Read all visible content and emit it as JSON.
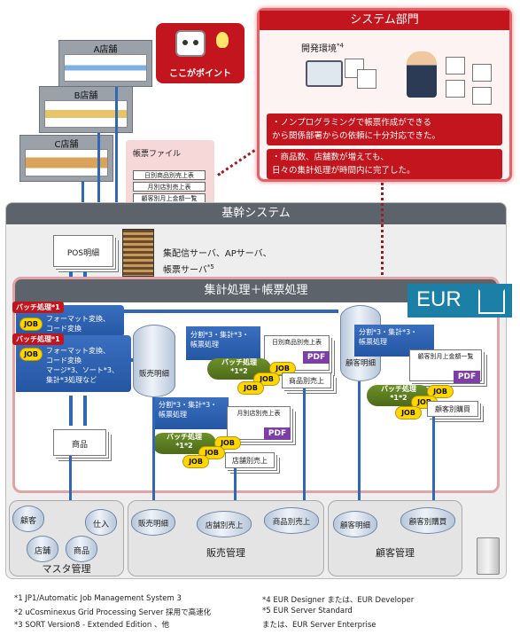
{
  "stores": {
    "a": "A店舗",
    "b": "B店舗",
    "c": "C店舗"
  },
  "point_label": "ここがポイント",
  "form_file": {
    "title": "帳票ファイル",
    "items": [
      "日別商品別売上表",
      "月別店別売上表",
      "顧客別月上金額一覧"
    ]
  },
  "system_dept": {
    "title": "システム部門",
    "dev_env": "開発環境",
    "dev_env_note": "*4",
    "points": [
      "・ノンプログラミングで帳票作成ができる\nから関係部署からの依頼に十分対応できた。",
      "・商品数、店舗数が増えても、\n日々の集計処理が時間内に完了した。"
    ]
  },
  "core": {
    "title": "基幹システム",
    "pos": "POS明細",
    "server": "集配信サーバ、APサーバ、\n帳票サーバ",
    "server_note": "*5"
  },
  "agg": {
    "title": "集計処理＋帳票処理",
    "eur": "EUR",
    "batch1": "バッチ処理*1",
    "job": "JOB",
    "step1": "フォーマット変換、\nコード変換",
    "batch2": "バッチ処理*1",
    "step2": "フォーマット変換、\nコード変換\nマージ*3、ソート*3、\n集計*3処理など",
    "sales_detail": "販売明細",
    "customer_detail": "顧客明細",
    "product": "商品",
    "split1": "分割*3・集計*3・\n帳票処理",
    "split2": "分割*3・集計*3・\n帳票処理",
    "split3": "分割*3・集計*3・\n帳票処理",
    "report1_title": "日別商品別売上表",
    "report1_out": "商品別売上",
    "report2_title": "月別店別売上表",
    "report2_out": "店舗別売上",
    "report3_title": "顧客別月上金額一覧",
    "report3_out": "顧客別購買",
    "pdf": "PDF",
    "batch_small": "バッチ処理\n*1*2"
  },
  "master": {
    "title": "マスタ管理",
    "customer": "顧客",
    "supply": "仕入",
    "store": "店舗",
    "product": "商品"
  },
  "sales_mgmt": {
    "title": "販売管理",
    "detail": "販売明細",
    "store_sales": "店舗別売上",
    "product_sales": "商品別売上"
  },
  "cust_mgmt": {
    "title": "顧客管理",
    "detail": "顧客明細",
    "purchase": "顧客別購買"
  },
  "footnotes": [
    "*1   JP1/Automatic Job Management System 3",
    "*2   uCosminexus Grid Processing Server 採用で高速化",
    "*3   SORT Version8 - Extended Edition  、他",
    "*4   EUR Designer   または、EUR Developer",
    "*5   EUR Server Standard",
    "       または、EUR Server Enterprise"
  ],
  "colors": {
    "accent_red": "#c2151d",
    "blue": "#3168b5",
    "olive": "#4d6a19",
    "yellow": "#ffd700",
    "gray": "#5c636b"
  }
}
